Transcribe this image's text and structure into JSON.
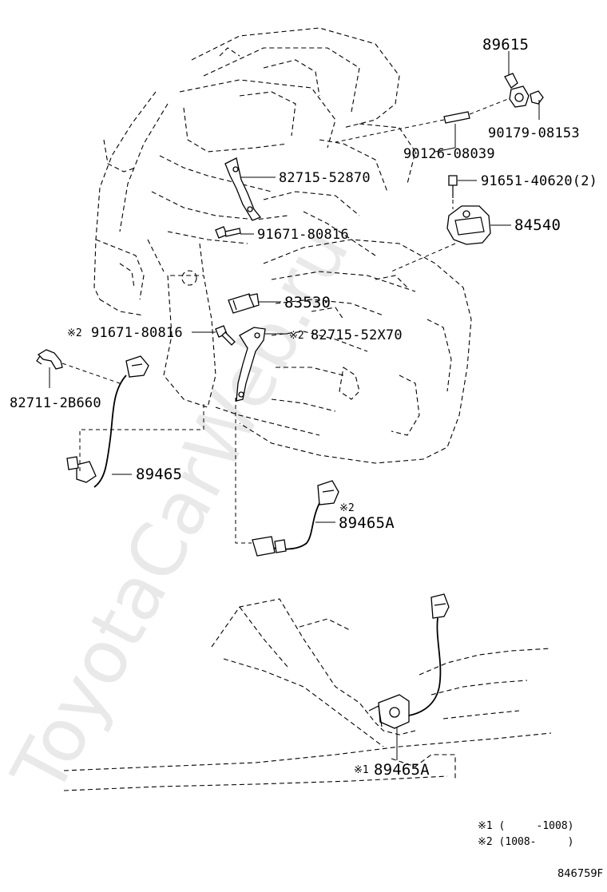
{
  "watermark": "ToyotaCarWeb.ru",
  "labels": {
    "p89615": "89615",
    "p90179": "90179-08153",
    "p90126": "90126-08039",
    "p82715a": "82715-52870",
    "p91651": "91651-40620(2)",
    "p84540": "84540",
    "p91671a": "91671-80816",
    "p83530": "83530",
    "p91671b": "91671-80816",
    "p82715b": "82715-52X70",
    "p82711": "82711-2B660",
    "p89465": "89465",
    "p89465a": "89465A",
    "p89465a_lower": "89465A"
  },
  "marks": {
    "m2": "※2",
    "m1": "※1"
  },
  "legend": {
    "line1": "※1 (     -1008)",
    "line2": "※2 (1008-     )"
  },
  "diagram_ref": "846759F"
}
